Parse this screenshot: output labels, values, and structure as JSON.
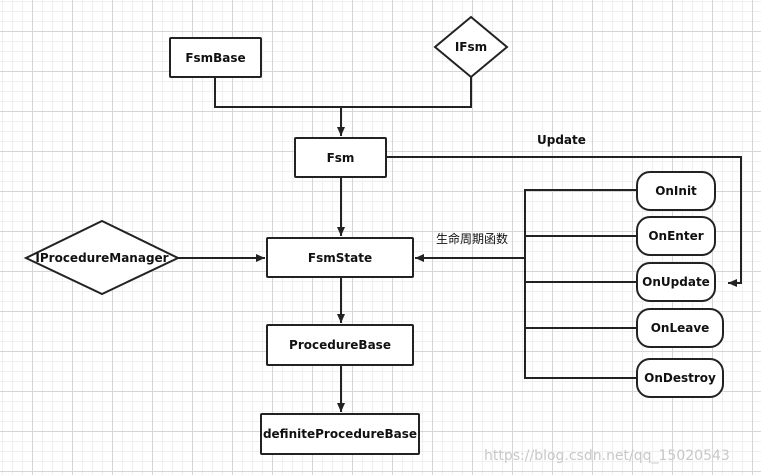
{
  "nodes": {
    "fsmbase": "FsmBase",
    "ifsm": "IFsm",
    "fsm": "Fsm",
    "iproceduremanager": "IProcedureManager",
    "fsmstate": "FsmState",
    "procedurebase": "ProcedureBase",
    "definiteprocedurebase": "definiteProcedureBase",
    "oninit": "OnInit",
    "onenter": "OnEnter",
    "onupdate": "OnUpdate",
    "onleave": "OnLeave",
    "ondestroy": "OnDestroy"
  },
  "edge_labels": {
    "update": "Update",
    "lifecycle": "生命周期函数"
  },
  "watermark": "https://blog.csdn.net/qq_15020543"
}
